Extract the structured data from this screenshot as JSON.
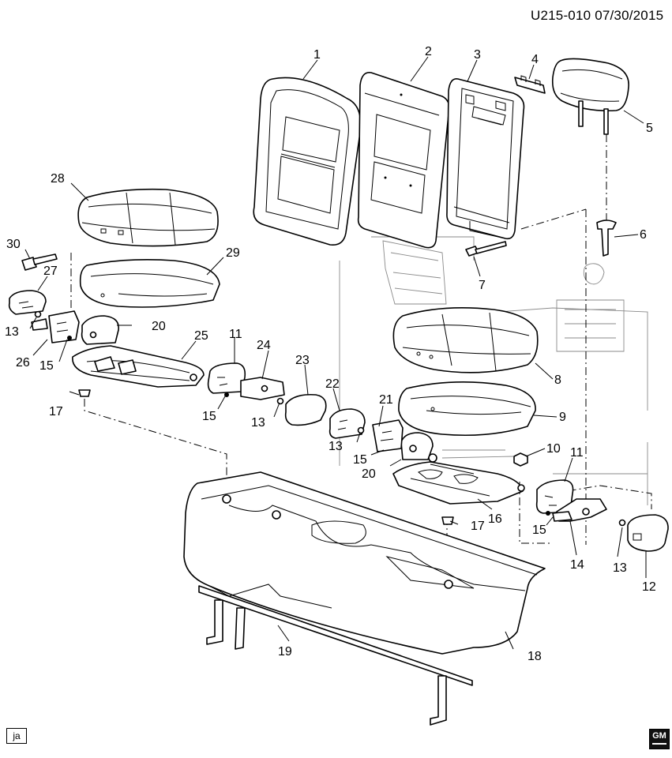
{
  "header": {
    "code": "U215-010  07/30/2015"
  },
  "footer": {
    "tag": "ja",
    "logo": "GM"
  },
  "icons": {
    "logo": "gm-logo-icon"
  },
  "callouts": [
    {
      "id": "c1",
      "text": "1"
    },
    {
      "id": "c2",
      "text": "2"
    },
    {
      "id": "c3",
      "text": "3"
    },
    {
      "id": "c4",
      "text": "4"
    },
    {
      "id": "c5",
      "text": "5"
    },
    {
      "id": "c6",
      "text": "6"
    },
    {
      "id": "c7",
      "text": "7"
    },
    {
      "id": "c8",
      "text": "8"
    },
    {
      "id": "c9",
      "text": "9"
    },
    {
      "id": "c10",
      "text": "10"
    },
    {
      "id": "c11a",
      "text": "11"
    },
    {
      "id": "c11b",
      "text": "11"
    },
    {
      "id": "c12",
      "text": "12"
    },
    {
      "id": "c13a",
      "text": "13"
    },
    {
      "id": "c13b",
      "text": "13"
    },
    {
      "id": "c13c",
      "text": "13"
    },
    {
      "id": "c13d",
      "text": "13"
    },
    {
      "id": "c14",
      "text": "14"
    },
    {
      "id": "c15a",
      "text": "15"
    },
    {
      "id": "c15b",
      "text": "15"
    },
    {
      "id": "c15c",
      "text": "15"
    },
    {
      "id": "c15d",
      "text": "15"
    },
    {
      "id": "c16",
      "text": "16"
    },
    {
      "id": "c17a",
      "text": "17"
    },
    {
      "id": "c17b",
      "text": "17"
    },
    {
      "id": "c18",
      "text": "18"
    },
    {
      "id": "c19",
      "text": "19"
    },
    {
      "id": "c20a",
      "text": "20"
    },
    {
      "id": "c20b",
      "text": "20"
    },
    {
      "id": "c21",
      "text": "21"
    },
    {
      "id": "c22",
      "text": "22"
    },
    {
      "id": "c23",
      "text": "23"
    },
    {
      "id": "c24",
      "text": "24"
    },
    {
      "id": "c25",
      "text": "25"
    },
    {
      "id": "c26",
      "text": "26"
    },
    {
      "id": "c27",
      "text": "27"
    },
    {
      "id": "c28",
      "text": "28"
    },
    {
      "id": "c29",
      "text": "29"
    },
    {
      "id": "c30",
      "text": "30"
    }
  ]
}
